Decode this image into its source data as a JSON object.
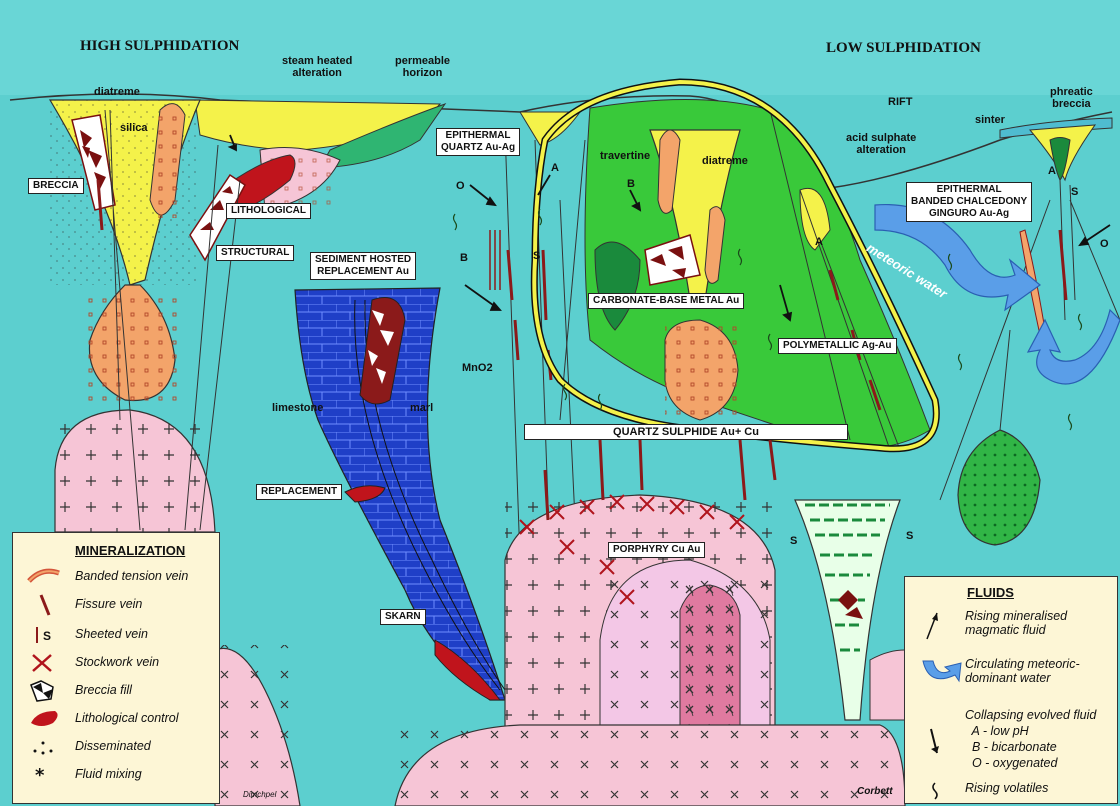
{
  "titles": {
    "high": "HIGH SULPHIDATION",
    "low": "LOW SULPHIDATION"
  },
  "labels": {
    "diatreme_left": "diatreme",
    "silica": "silica",
    "steam_heated": "steam heated\nalteration",
    "permeable": "permeable\nhorizon",
    "breccia": "BRECCIA",
    "lithological": "LITHOLOGICAL",
    "structural": "STRUCTURAL",
    "epithermal_qtz": "EPITHERMAL\nQUARTZ Au-Ag",
    "sediment_hosted": "SEDIMENT HOSTED\nREPLACEMENT Au",
    "limestone": "limestone",
    "marl": "marl",
    "replacement": "REPLACEMENT",
    "skarn": "SKARN",
    "mno2": "MnO2",
    "travertine": "travertine",
    "diatreme_mid": "diatreme",
    "carbonate_base": "CARBONATE-BASE METAL Au",
    "polymetallic": "POLYMETALLIC Ag-Au",
    "quartz_sulphide": "QUARTZ SULPHIDE Au+ Cu",
    "porphyry": "PORPHYRY Cu Au",
    "rift": "RIFT",
    "acid_sulphate": "acid sulphate\nalteration",
    "sinter": "sinter",
    "phreatic": "phreatic\nbreccia",
    "epithermal_banded": "EPITHERMAL\nBANDED CHALCEDONY\nGINGURO Au-Ag",
    "meteoric_water": "meteoric water",
    "letter_A1": "A",
    "letter_B1": "B",
    "letter_O1": "O",
    "letter_S1": "S",
    "letter_B2": "B",
    "letter_A2": "A",
    "letter_S2": "S",
    "letter_S3": "S",
    "letter_S4": "S",
    "letter_A3": "A",
    "letter_O2": "O",
    "credit_left": "Dimchpel",
    "credit_right": "Corbett"
  },
  "legend_mineral": {
    "title": "MINERALIZATION",
    "items": [
      {
        "label": "Banded tension vein",
        "icon": "banded-vein-icon"
      },
      {
        "label": "Fissure vein",
        "icon": "fissure-vein-icon"
      },
      {
        "label": "Sheeted vein",
        "icon": "sheeted-vein-icon",
        "prefix": "S"
      },
      {
        "label": "Stockwork vein",
        "icon": "stockwork-icon"
      },
      {
        "label": "Breccia fill",
        "icon": "breccia-fill-icon"
      },
      {
        "label": "Lithological control",
        "icon": "lithological-icon"
      },
      {
        "label": "Disseminated",
        "icon": "disseminated-icon"
      },
      {
        "label": "Fluid mixing",
        "icon": "fluid-mixing-icon"
      }
    ]
  },
  "legend_fluids": {
    "title": "FLUIDS",
    "items": [
      {
        "label": "Rising mineralised\nmagmatic fluid",
        "icon": "rising-fluid-icon"
      },
      {
        "label": "Circulating meteoric-\ndominant water",
        "icon": "circulating-water-icon"
      },
      {
        "label": "Collapsing evolved fluid\n  A - low pH\n  B - bicarbonate\n  O - oxygenated",
        "icon": "collapsing-fluid-icon"
      },
      {
        "label": "Rising volatiles",
        "icon": "rising-volatiles-icon"
      }
    ]
  },
  "colors": {
    "background": "#5ccfcf",
    "sky": "#6dd4d4",
    "yellow": "#f4f24a",
    "orange": "#f3a46a",
    "pink": "#f6c5d6",
    "blue": "#1f3fc7",
    "green": "#39c93a",
    "darkgreen": "#1a8a3c",
    "red": "#c0141c",
    "maroon": "#7a1010",
    "legend": "#fdf6d6"
  }
}
